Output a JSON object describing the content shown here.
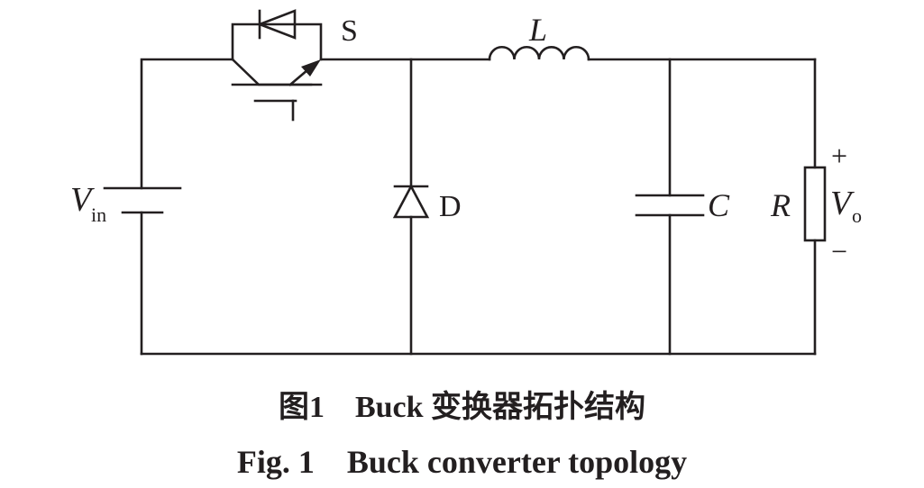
{
  "labels": {
    "switch": "S",
    "inductor": "L",
    "diode": "D",
    "capacitor": "C",
    "resistor": "R",
    "input_voltage": "V",
    "input_voltage_sub": "in",
    "output_voltage": "V",
    "output_voltage_sub": "o",
    "plus": "+",
    "minus": "−"
  },
  "caption": {
    "cn": "图1　Buck 变换器拓扑结构",
    "en": "Fig. 1　Buck converter topology"
  }
}
